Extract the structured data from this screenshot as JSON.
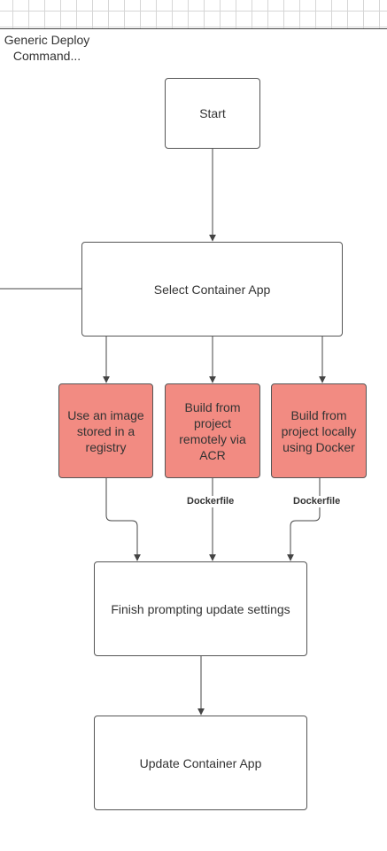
{
  "frame": {
    "title_line1": "Generic Deploy",
    "title_line2": "Command..."
  },
  "nodes": {
    "start": "Start",
    "select_container_app": "Select Container App",
    "use_image_registry": "Use an image stored in a registry",
    "build_remote_acr": "Build from project remotely via ACR",
    "build_local_docker": "Build from project locally using Docker",
    "finish_prompting": "Finish prompting update settings",
    "update_container_app": "Update Container App"
  },
  "edge_labels": {
    "acr_dockerfile": "Dockerfile",
    "docker_dockerfile": "Dockerfile"
  },
  "colors": {
    "highlight_fill": "#f28b82",
    "stroke": "#555555"
  }
}
